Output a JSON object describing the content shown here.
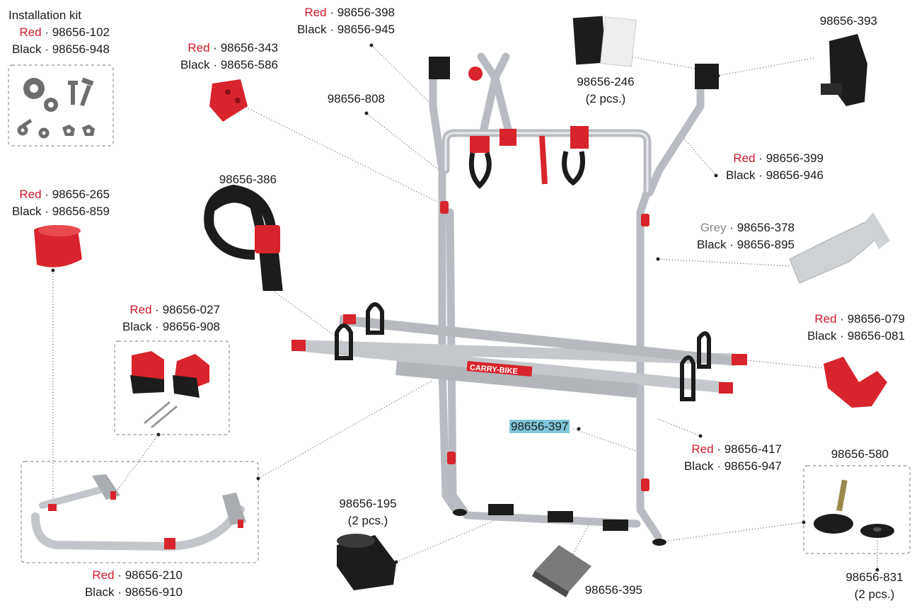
{
  "parts": {
    "install_kit": {
      "title": "Installation kit",
      "red_label": "Red",
      "red_code": "98656-102",
      "black_label": "Black",
      "black_code": "98656-948"
    },
    "p343": {
      "red_label": "Red",
      "red_code": "98656-343",
      "black_label": "Black",
      "black_code": "98656-586"
    },
    "p398": {
      "red_label": "Red",
      "red_code": "98656-398",
      "black_label": "Black",
      "black_code": "98656-945"
    },
    "p808": {
      "code": "98656-808"
    },
    "p246": {
      "code": "98656-246",
      "qty": "(2 pcs.)"
    },
    "p393": {
      "code": "98656-393"
    },
    "p399": {
      "red_label": "Red",
      "red_code": "98656-399",
      "black_label": "Black",
      "black_code": "98656-946"
    },
    "p265": {
      "red_label": "Red",
      "red_code": "98656-265",
      "black_label": "Black",
      "black_code": "98656-859"
    },
    "p386": {
      "code": "98656-386"
    },
    "p378": {
      "grey_label": "Grey",
      "grey_code": "98656-378",
      "black_label": "Black",
      "black_code": "98656-895"
    },
    "p027": {
      "red_label": "Red",
      "red_code": "98656-027",
      "black_label": "Black",
      "black_code": "98656-908"
    },
    "p079": {
      "red_label": "Red",
      "red_code": "98656-079",
      "black_label": "Black",
      "black_code": "98656-081"
    },
    "p397": {
      "code": "98656-397"
    },
    "p417": {
      "red_label": "Red",
      "red_code": "98656-417",
      "black_label": "Black",
      "black_code": "98656-947"
    },
    "p580": {
      "code": "98656-580"
    },
    "p195": {
      "code": "98656-195",
      "qty": "(2 pcs.)"
    },
    "p210": {
      "red_label": "Red",
      "red_code": "98656-210",
      "black_label": "Black",
      "black_code": "98656-910"
    },
    "p395": {
      "code": "98656-395"
    },
    "p831": {
      "code": "98656-831",
      "qty": "(2 pcs.)"
    },
    "rack_brand": "CARRY-BIKE"
  },
  "colors": {
    "red": "#d01a2a",
    "grey_text": "#8a8a8a",
    "highlight": "#7fc7d8",
    "aluminium": "#b8bcc2",
    "part_red": "#d8242c",
    "part_black": "#1c1c1c"
  },
  "separator": "·"
}
